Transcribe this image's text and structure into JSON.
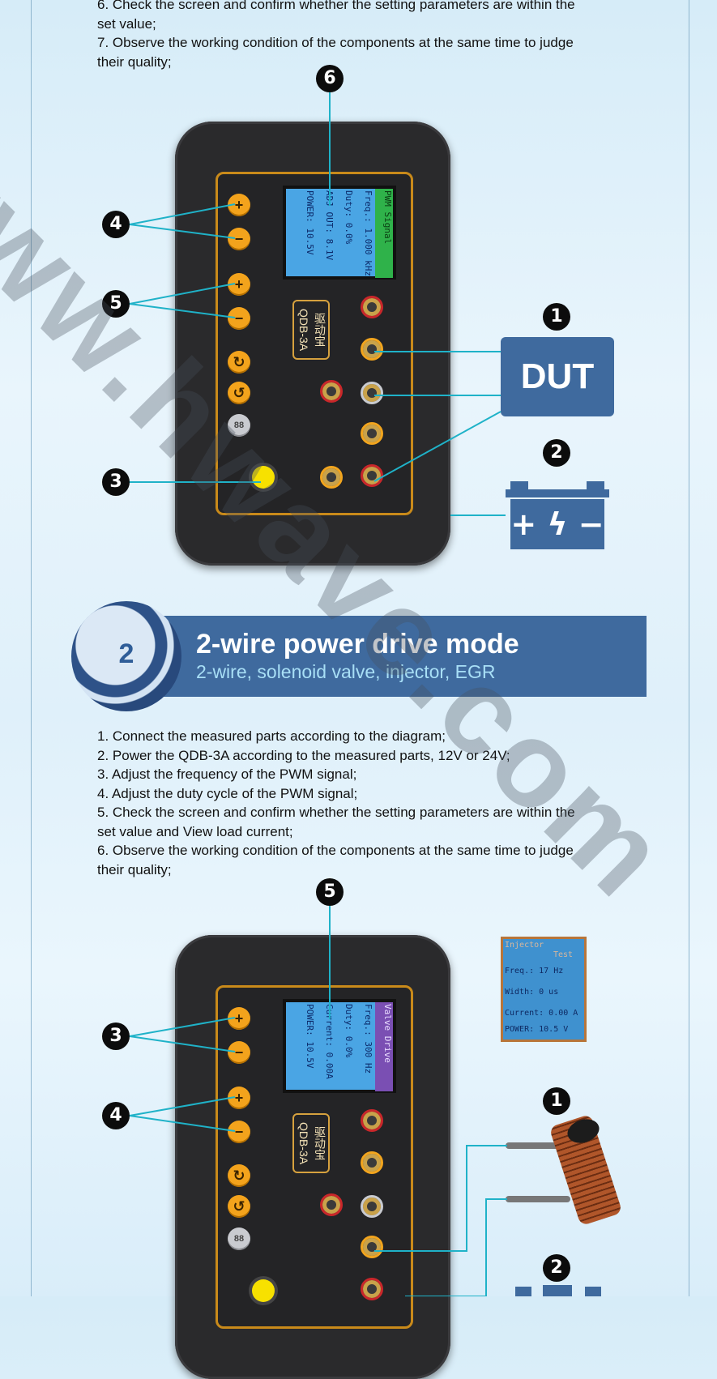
{
  "top_steps": [
    "6. Check the screen and confirm whether the setting parameters are within the",
    "set value;",
    "7. Observe the working condition of the components at the same time to judge",
    "their quality;"
  ],
  "diagram1": {
    "callouts": [
      "6",
      "4",
      "5",
      "3",
      "1",
      "2"
    ],
    "lcd": [
      "PWM Signal",
      "Freq.: 1.000 kHz",
      "Duty: 0.0%",
      "ADJ OUT: 8.1V",
      "POWER: 10.5V"
    ],
    "device_model": "QDB-3A",
    "device_model_cn": "驱动宝",
    "dut_label": "DUT",
    "battery_symbols": "+ ϟ −"
  },
  "section2": {
    "number": "2",
    "title": "2-wire power drive mode",
    "subtitle": "2-wire, solenoid valve, injector, EGR"
  },
  "section2_steps": [
    "1. Connect the measured parts according to the diagram;",
    "2. Power the QDB-3A according to the measured parts, 12V or 24V;",
    "3. Adjust the frequency of the PWM signal;",
    "4. Adjust the duty cycle of the PWM signal;",
    "5. Check the screen and confirm whether the setting parameters are within the",
    "set value and View load current;",
    "6. Observe the working condition of the components at the same time to judge",
    "their quality;"
  ],
  "diagram2": {
    "callouts": [
      "5",
      "3",
      "4",
      "1",
      "2"
    ],
    "lcd": [
      "Valve Drive",
      "Freq.: 300 Hz",
      "Duty: 0.0%",
      "Current: 0.00A",
      "POWER: 10.5V"
    ],
    "mini_lcd": [
      "Injector",
      "Test",
      "Freq.: 17 Hz",
      "Width: 0 us",
      "Current: 0.00 A",
      "POWER: 10.5 V"
    ],
    "device_model": "QDB-3A",
    "device_model_cn": "驱动宝"
  },
  "watermark": "www.hwave.com",
  "colors": {
    "accent_blue": "#3f6a9e",
    "cyan_line": "#1fb2c8",
    "orange": "#f3a31c"
  }
}
